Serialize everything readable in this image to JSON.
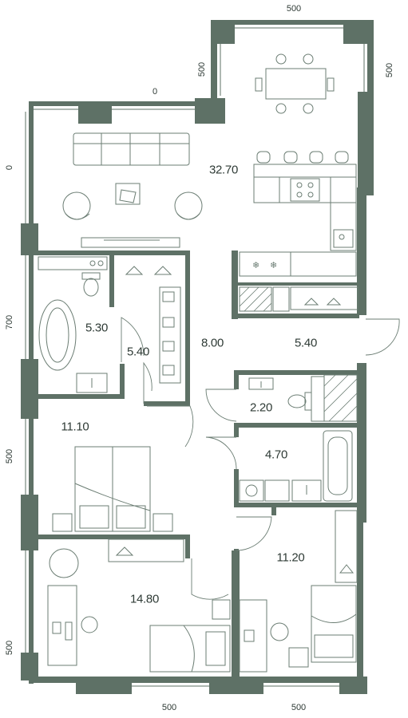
{
  "plan": {
    "colors": {
      "wall": "#5e7166",
      "wall_dark": "#4f6257",
      "window": "#ffffff",
      "furniture": "#6b7d73",
      "text": "#2f3b36"
    },
    "room_areas": [
      "32.70",
      "5.30",
      "5.40",
      "8.00",
      "5.40",
      "2.20",
      "4.70",
      "11.10",
      "14.80",
      "11.20"
    ],
    "dimensions": {
      "top": "500",
      "upper_left_notch": "500",
      "upper_right": "500",
      "balcony_top": "0",
      "left_upper": "0",
      "left_mid": "700",
      "left_lower": "500",
      "left_bottom": "500",
      "bottom_left": "500",
      "bottom_right": "500"
    },
    "icons": [
      "sofa-icon",
      "armchair-icon",
      "dining-table-icon",
      "chair-icon",
      "stove-icon",
      "sink-icon",
      "fridge-icon",
      "bathtub-icon",
      "toilet-icon",
      "washbasin-icon",
      "bed-icon",
      "desk-icon",
      "hanger-icon",
      "washing-machine-icon"
    ]
  }
}
